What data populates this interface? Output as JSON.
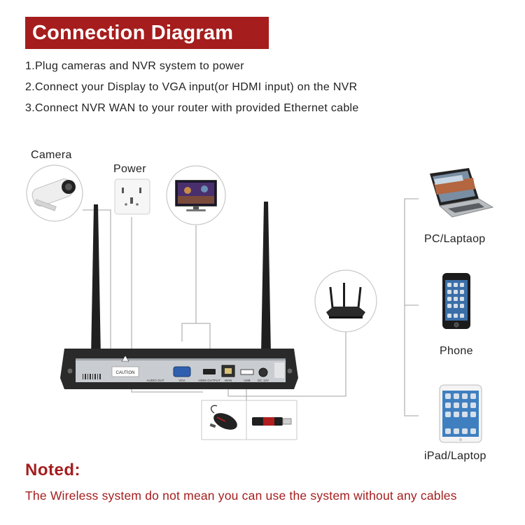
{
  "title": "Connection Diagram",
  "steps": [
    "1.Plug cameras and NVR system to power",
    "2.Connect your Display to VGA input(or HDMI input) on the NVR",
    "3.Connect NVR WAN to your router with provided Ethernet cable"
  ],
  "labels": {
    "camera": "Camera",
    "power": "Power",
    "pc": "PC/Laptaop",
    "phone": "Phone",
    "ipad": "iPad/Laptop"
  },
  "nvr": {
    "caution": "CAUTION",
    "ports": [
      "AUDIO OUT",
      "VGA",
      "HDMI OUTPUT",
      "WAN",
      "USB",
      "DC 12V"
    ]
  },
  "note": {
    "heading": "Noted:",
    "text": "The Wireless system do not mean you can use the system without any cables"
  },
  "colors": {
    "accent": "#a51d1d",
    "nvr_body": "#2a2a2a",
    "nvr_panel": "#c9ccd0",
    "line": "#b5b5b5"
  },
  "icons": [
    "camera-icon",
    "power-socket-icon",
    "monitor-icon",
    "router-icon",
    "laptop-icon",
    "phone-icon",
    "tablet-icon",
    "mouse-icon",
    "usb-drive-icon",
    "antenna-icon"
  ]
}
